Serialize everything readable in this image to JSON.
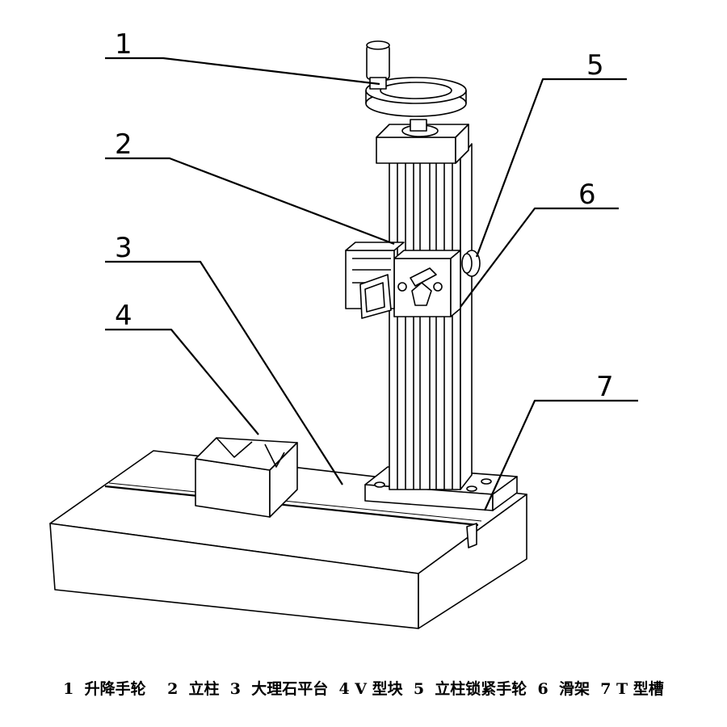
{
  "callouts": [
    "1",
    "2",
    "3",
    "4",
    "5",
    "6",
    "7"
  ],
  "caption": "1  升降手轮    2  立柱  3  大理石平台  4 V 型块  5  立柱锁紧手轮  6  滑架  7 T 型槽"
}
